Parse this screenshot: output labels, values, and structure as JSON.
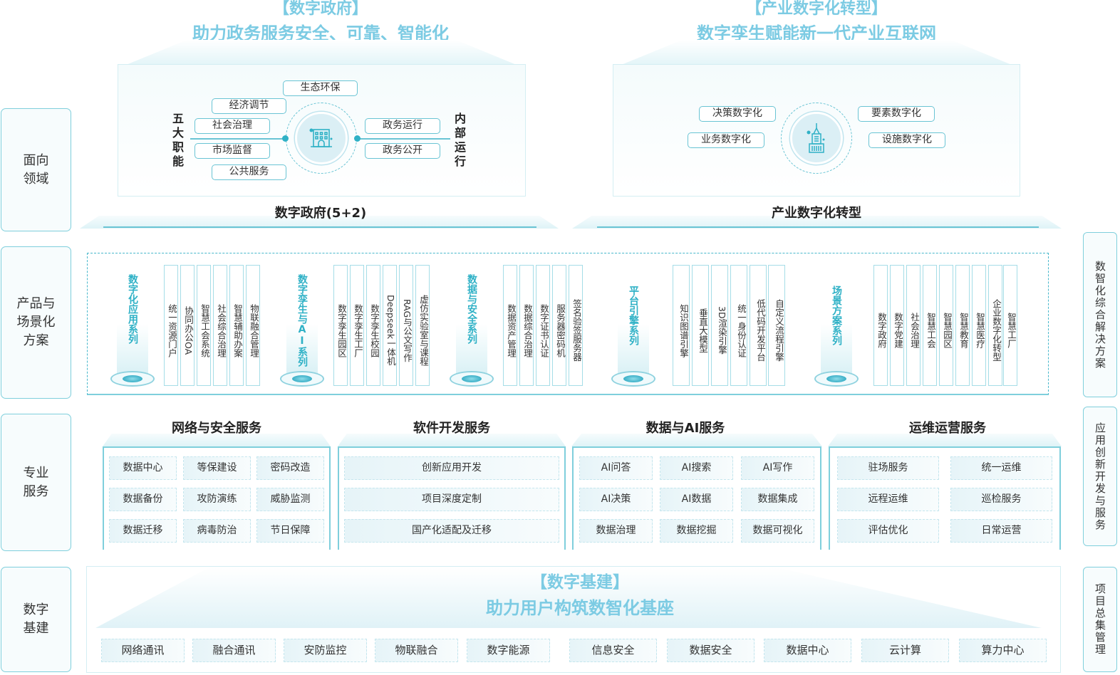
{
  "row_labels": {
    "domains": "面向\n领域",
    "products": "产品与\n场景化\n方案",
    "services": "专业\n服务",
    "infra": "数字\n基建"
  },
  "side_labels": {
    "solution": "数智化综合解决方案",
    "app_dev": "应用创新开发与服务",
    "project": "项目总集管理"
  },
  "gov": {
    "heading": "【数字政府】",
    "subheading": "助力政务服务安全、可靠、智能化",
    "left_title": "五大职能",
    "right_title": "内部运行",
    "left_items": [
      "生态环保",
      "经济调节",
      "社会治理",
      "市场监督",
      "公共服务"
    ],
    "right_items": [
      "政务运行",
      "政务公开"
    ],
    "icon": "government-building-icon",
    "section_title": "数字政府(5+2)"
  },
  "industry": {
    "heading": "【产业数字化转型】",
    "subheading": "数字孪生赋能新一代产业互联网",
    "left_items": [
      "决策数字化",
      "业务数字化"
    ],
    "right_items": [
      "要素数字化",
      "设施数字化"
    ],
    "icon": "tower-building-icon",
    "section_title": "产业数字化转型"
  },
  "products": {
    "series": [
      {
        "name": "数字化应用系列",
        "items": [
          "统一资源门户",
          "协同办公OA",
          "智慧工会系统",
          "社会综合治理",
          "智慧辅助办案",
          "物联融合管理"
        ]
      },
      {
        "name": "数字孪生与AI系列",
        "items": [
          "数字孪生园区",
          "数字孪生工厂",
          "数字孪生校园",
          "Deepseek一体机",
          "RAG与公文写作",
          "虚仿实验室与课程"
        ]
      },
      {
        "name": "数据与安全系列",
        "items": [
          "数据资产管理",
          "数据综合治理",
          "数字证书认证",
          "服务器密码机",
          "签名验签服务器"
        ]
      },
      {
        "name": "平台引擎系列",
        "items": [
          "知识图谱引擎",
          "垂直大模型",
          "3D渲染引擎",
          "统一身份认证",
          "低代码开发平台",
          "自定义流程引擎"
        ]
      },
      {
        "name": "场景方案系列",
        "items": [
          "数字政府",
          "数字党建",
          "社会治理",
          "智慧工会",
          "智慧园区",
          "智慧教育",
          "智慧医疗",
          "企业数字化转型",
          "智慧工厂"
        ]
      }
    ]
  },
  "services": [
    {
      "title": "网络与安全服务",
      "items": [
        "数据中心",
        "等保建设",
        "密码改造",
        "数据备份",
        "攻防演练",
        "威胁监测",
        "数据迁移",
        "病毒防治",
        "节日保障"
      ]
    },
    {
      "title": "软件开发服务",
      "items": [
        "创新应用开发",
        "项目深度定制",
        "国产化适配及迁移"
      ]
    },
    {
      "title": "数据与AI服务",
      "items": [
        "AI问答",
        "AI搜索",
        "AI写作",
        "AI决策",
        "AI数据",
        "数据集成",
        "数据治理",
        "数据挖掘",
        "数据可视化"
      ]
    },
    {
      "title": "运维运营服务",
      "items": [
        "驻场服务",
        "统一运维",
        "远程运维",
        "巡检服务",
        "评估优化",
        "日常运营"
      ]
    }
  ],
  "infra": {
    "heading": "【数字基建】",
    "subheading": "助力用户构筑数智化基座",
    "items": [
      "网络通讯",
      "融合通讯",
      "安防监控",
      "物联融合",
      "数字能源",
      "信息安全",
      "数据安全",
      "数据中心",
      "云计算",
      "算力中心"
    ]
  },
  "colors": {
    "accent": "#7ccbe3",
    "teal": "#2fb1c6",
    "border": "#7fcfdc"
  }
}
